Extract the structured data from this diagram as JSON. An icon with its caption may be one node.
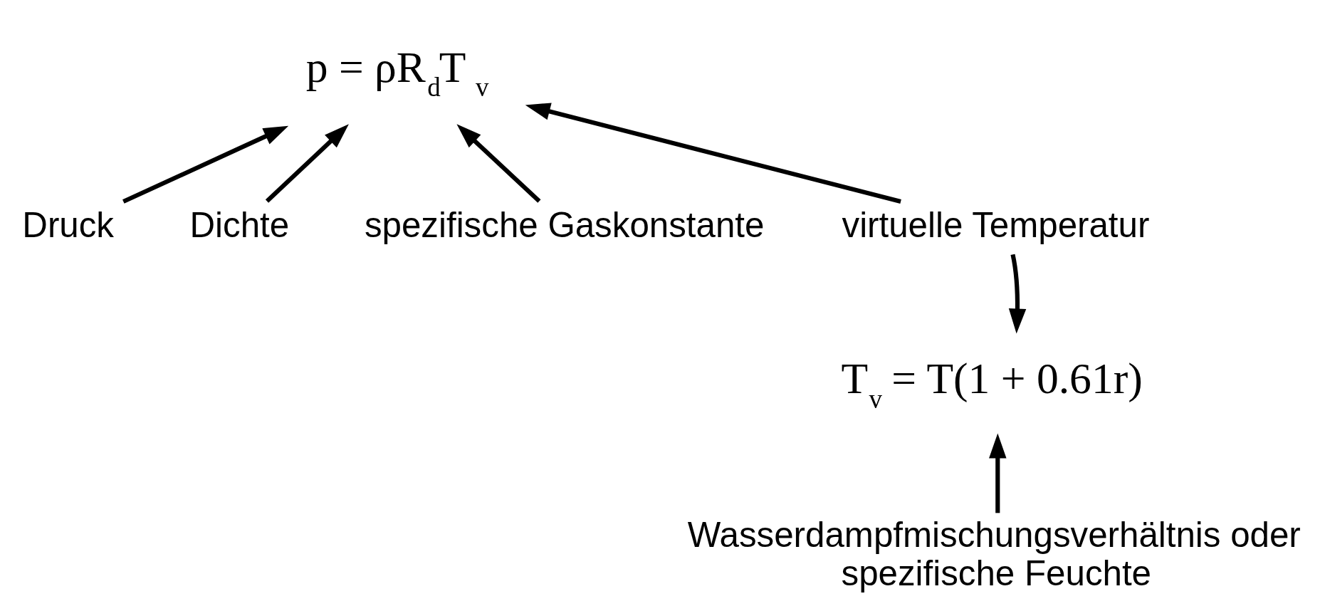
{
  "diagram": {
    "nodes": [
      {
        "text": [
          "p = ρR$_{d}$T$_{v}$"
        ]
      },
      {
        "text": [
          "Druck"
        ]
      },
      {
        "text": [
          "Dichte"
        ]
      },
      {
        "text": [
          "spezifische Gaskonstante"
        ]
      },
      {
        "text": [
          "virtuelle Temperatur"
        ]
      },
      {
        "text": [
          "T$_{v}$ = T(1 + 0.61r)"
        ]
      },
      {
        "text": [
          "Wasserdampfmischungsverhältnis oder spezifische Feuchte"
        ]
      }
    ],
    "edges": [
      {
        "from": 1,
        "to": 0,
        "arrow": "to"
      },
      {
        "from": 2,
        "to": 0,
        "arrow": "to"
      },
      {
        "from": 3,
        "to": 0,
        "arrow": "to"
      },
      {
        "from": 4,
        "to": 0,
        "arrow": "to"
      },
      {
        "from": 4,
        "to": 5,
        "arrow": "to"
      },
      {
        "from": 6,
        "to": 5,
        "arrow": "to"
      }
    ]
  }
}
